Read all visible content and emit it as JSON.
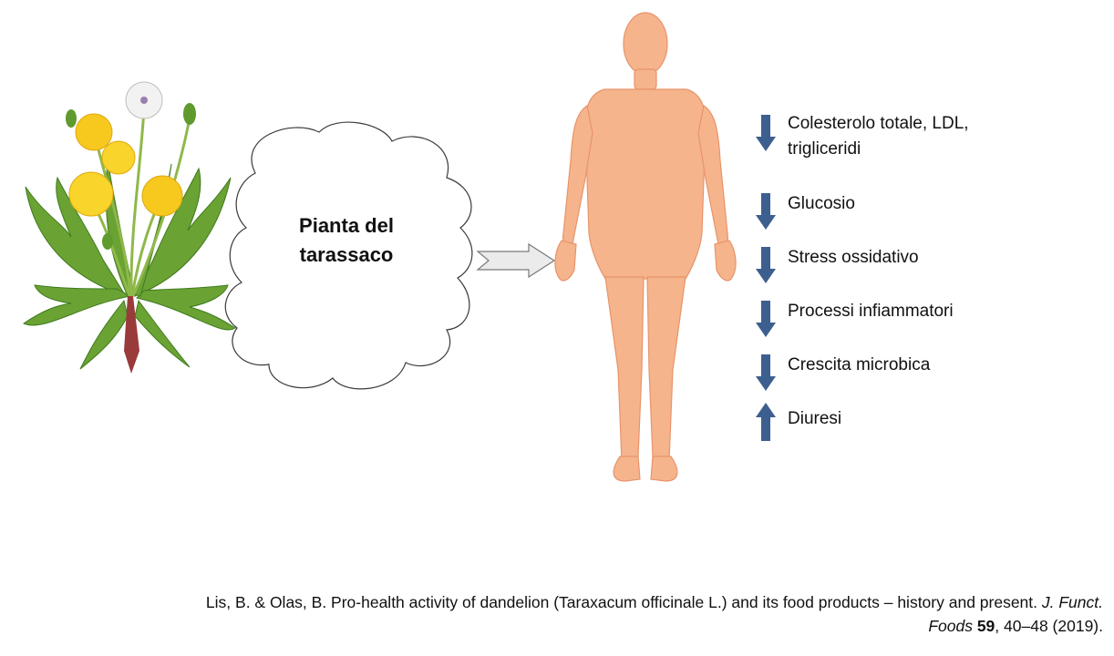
{
  "diagram": {
    "plant_illustration": "dandelion-plant",
    "cloud_label_line1": "Pianta del",
    "cloud_label_line2": "tarassaco",
    "effects": [
      {
        "direction": "down",
        "line1": "Colesterolo totale, LDL,",
        "line2": "trigliceridi"
      },
      {
        "direction": "down",
        "line1": "Glucosio",
        "line2": ""
      },
      {
        "direction": "down",
        "line1": "Stress ossidativo",
        "line2": ""
      },
      {
        "direction": "down",
        "line1": "Processi infiammatori",
        "line2": ""
      },
      {
        "direction": "down",
        "line1": "Crescita microbica",
        "line2": ""
      },
      {
        "direction": "up",
        "line1": "Diuresi",
        "line2": ""
      }
    ],
    "colors": {
      "arrow_blue": "#3d5f8f",
      "body_skin": "#f5b48c",
      "body_outline": "#e8946a",
      "flower_yellow": "#f7c81e",
      "leaf_green": "#5f9a2e"
    }
  },
  "citation": {
    "line1_text": "Lis, B. & Olas, B. Pro-health activity of dandelion (Taraxacum officinale L.) and its food products – history and present.",
    "journal_part1": "J. Funct.",
    "journal_part2": "Foods",
    "volume": "59",
    "pages_year": ", 40–48 (2019)."
  }
}
